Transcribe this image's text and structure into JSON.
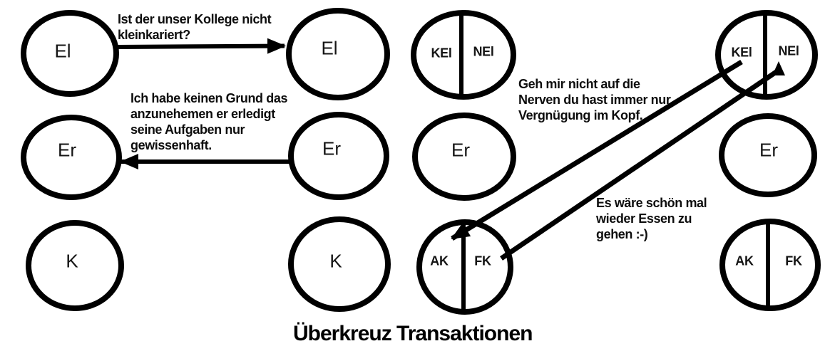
{
  "title": "Überkreuz Transaktionen",
  "colors": {
    "ink": "#000000",
    "background": "#ffffff"
  },
  "example_left": {
    "person_a": {
      "top": "El",
      "middle": "Er",
      "bottom": "K"
    },
    "person_b": {
      "top": "El",
      "middle": "Er",
      "bottom": "K"
    },
    "stimulus": {
      "text": "Ist der unser Kollege nicht\nkleinkariert?",
      "from": "El",
      "to": "El"
    },
    "response": {
      "text": "Ich habe keinen Grund das\nanzunehemen er erledigt\nseine Aufgaben nur\ngewissenhaft.",
      "from": "Er",
      "to": "Er"
    }
  },
  "example_right": {
    "person_a": {
      "top_left": "KEl",
      "top_right": "NEl",
      "middle": "Er",
      "bottom_left": "AK",
      "bottom_right": "FK"
    },
    "person_b": {
      "top_left": "KEl",
      "top_right": "NEl",
      "middle": "Er",
      "bottom_left": "AK",
      "bottom_right": "FK"
    },
    "stimulus": {
      "text": "Es wäre schön mal\nwieder Essen zu\ngehen :-)",
      "from": "FK",
      "to": "NEl"
    },
    "response": {
      "text": "Geh mir nicht auf die\nNerven du hast immer nur\nVergnügung im Kopf.",
      "from": "KEl",
      "to": "AK"
    }
  }
}
